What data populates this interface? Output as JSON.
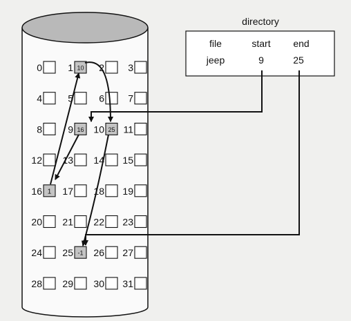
{
  "directory": {
    "title": "directory",
    "headers": [
      "file",
      "start",
      "end"
    ],
    "row": [
      "jeep",
      "9",
      "25"
    ]
  },
  "disk": {
    "blocks": [
      {
        "num": "0"
      },
      {
        "num": "1",
        "content": "10"
      },
      {
        "num": "2"
      },
      {
        "num": "3"
      },
      {
        "num": "4"
      },
      {
        "num": "5"
      },
      {
        "num": "6"
      },
      {
        "num": "7"
      },
      {
        "num": "8"
      },
      {
        "num": "9",
        "content": "16"
      },
      {
        "num": "10",
        "content": "25"
      },
      {
        "num": "11"
      },
      {
        "num": "12"
      },
      {
        "num": "13"
      },
      {
        "num": "14"
      },
      {
        "num": "15"
      },
      {
        "num": "16",
        "content": "1"
      },
      {
        "num": "17"
      },
      {
        "num": "18"
      },
      {
        "num": "19"
      },
      {
        "num": "20"
      },
      {
        "num": "21"
      },
      {
        "num": "22"
      },
      {
        "num": "23"
      },
      {
        "num": "24"
      },
      {
        "num": "25",
        "content": "-1"
      },
      {
        "num": "26"
      },
      {
        "num": "27"
      },
      {
        "num": "28"
      },
      {
        "num": "29"
      },
      {
        "num": "30"
      },
      {
        "num": "31"
      }
    ],
    "chain": [
      9,
      16,
      1,
      10,
      25
    ]
  },
  "colors": {
    "used_block": "#c4c4c4",
    "free_block": "#ffffff",
    "cylinder_top": "#b9b9b9",
    "stroke": "#111111"
  }
}
